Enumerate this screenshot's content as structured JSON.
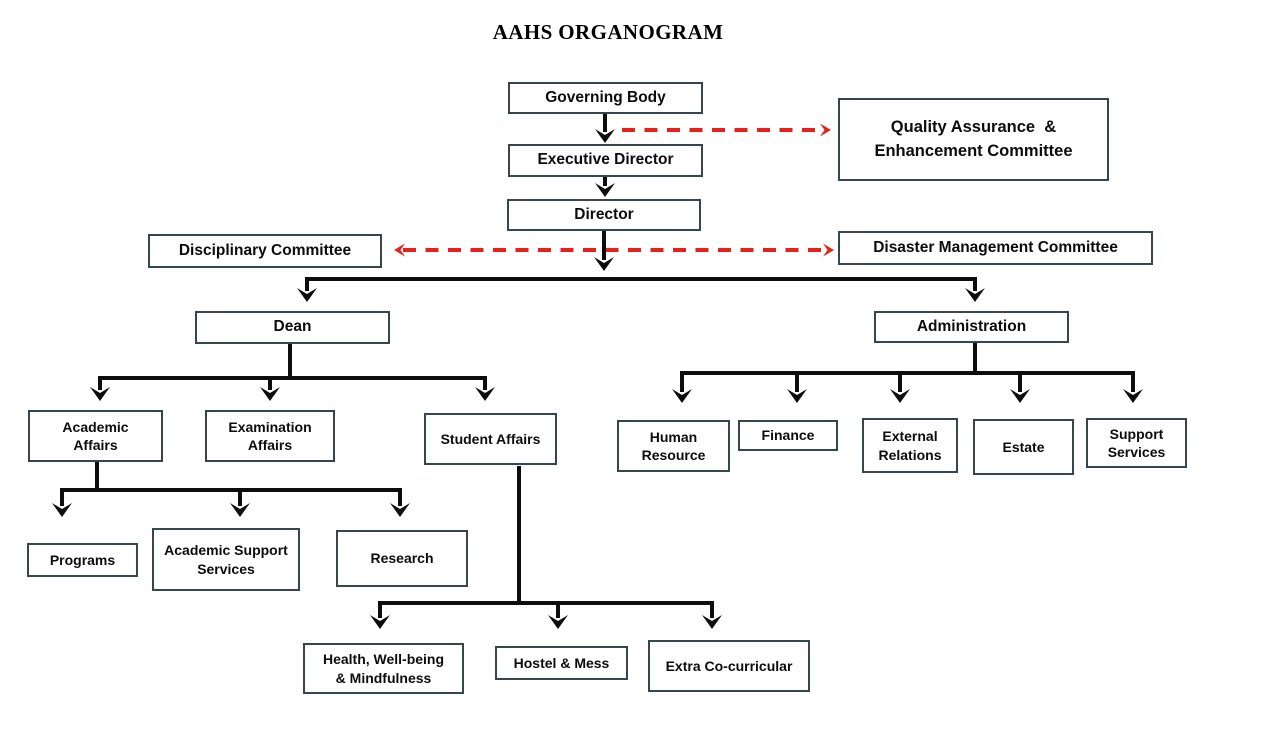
{
  "title": "AAHS ORGANOGRAM",
  "colors": {
    "box_border": "#35464c",
    "solid_line": "#0d0d0d",
    "dashed_line": "#e8201a",
    "text": "#0c0c0c",
    "background": "#ffffff"
  },
  "nodes": {
    "governing_body": "Governing Body",
    "executive_director": "Executive Director",
    "director": "Director",
    "quality_assurance": "Quality Assurance  &\nEnhancement Committee",
    "disciplinary_committee": "Disciplinary Committee",
    "disaster_management": "Disaster Management Committee",
    "dean": "Dean",
    "administration": "Administration",
    "academic_affairs": "Academic\nAffairs",
    "examination_affairs": "Examination\nAffairs",
    "student_affairs": "Student Affairs",
    "programs": "Programs",
    "academic_support_services": "Academic Support\nServices",
    "research": "Research",
    "health_wellbeing": "Health, Well-being\n& Mindfulness",
    "hostel_mess": "Hostel & Mess",
    "extra_cocurricular": "Extra Co-curricular",
    "human_resource": "Human\nResource",
    "finance": "Finance",
    "external_relations": "External\nRelations",
    "estate": "Estate",
    "support_services": "Support\nServices"
  },
  "edges": {
    "solid": [
      [
        "Governing Body",
        "Executive Director"
      ],
      [
        "Executive Director",
        "Director"
      ],
      [
        "Director",
        "Dean"
      ],
      [
        "Director",
        "Administration"
      ],
      [
        "Dean",
        "Academic Affairs"
      ],
      [
        "Dean",
        "Examination Affairs"
      ],
      [
        "Dean",
        "Student Affairs"
      ],
      [
        "Academic Affairs",
        "Programs"
      ],
      [
        "Academic Affairs",
        "Academic Support Services"
      ],
      [
        "Academic Affairs",
        "Research"
      ],
      [
        "Student Affairs",
        "Health, Well-being & Mindfulness"
      ],
      [
        "Student Affairs",
        "Hostel & Mess"
      ],
      [
        "Student Affairs",
        "Extra Co-curricular"
      ],
      [
        "Administration",
        "Human Resource"
      ],
      [
        "Administration",
        "Finance"
      ],
      [
        "Administration",
        "External Relations"
      ],
      [
        "Administration",
        "Estate"
      ],
      [
        "Administration",
        "Support Services"
      ]
    ],
    "dashed_red": [
      [
        "Governing Body",
        "Quality Assurance & Enhancement Committee"
      ],
      [
        "Director",
        "Disciplinary Committee"
      ],
      [
        "Director",
        "Disaster Management Committee"
      ]
    ]
  }
}
